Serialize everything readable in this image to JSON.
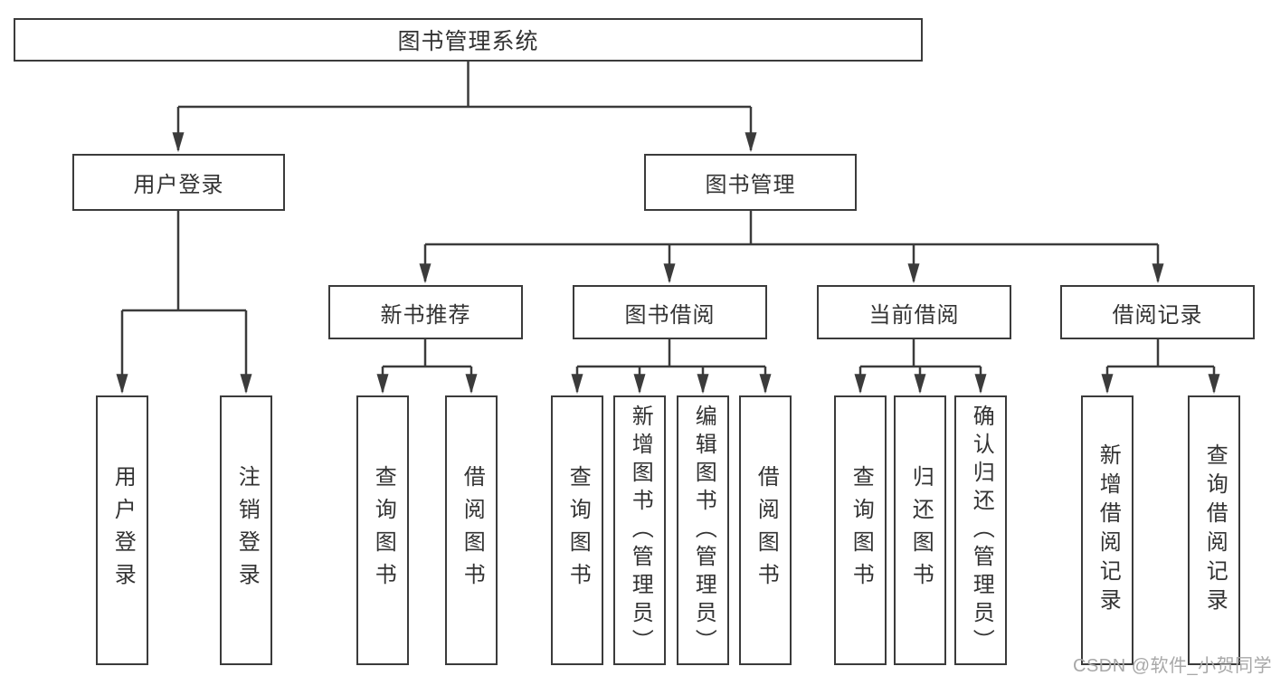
{
  "diagram": {
    "root": {
      "label": "图书管理系统",
      "children": [
        {
          "label": "用户登录",
          "children": [
            {
              "label": "用户登录"
            },
            {
              "label": "注销登录"
            }
          ]
        },
        {
          "label": "图书管理",
          "children": [
            {
              "label": "新书推荐",
              "children": [
                {
                  "label": "查询图书"
                },
                {
                  "label": "借阅图书"
                }
              ]
            },
            {
              "label": "图书借阅",
              "children": [
                {
                  "label": "查询图书"
                },
                {
                  "label": "新增图书（管理员）"
                },
                {
                  "label": "编辑图书（管理员）"
                },
                {
                  "label": "借阅图书"
                }
              ]
            },
            {
              "label": "当前借阅",
              "children": [
                {
                  "label": "查询图书"
                },
                {
                  "label": "归还图书"
                },
                {
                  "label": "确认归还（管理员）"
                }
              ]
            },
            {
              "label": "借阅记录",
              "children": [
                {
                  "label": "新增借阅记录"
                },
                {
                  "label": "查询借阅记录"
                }
              ]
            }
          ]
        }
      ]
    }
  },
  "watermark": {
    "text": "CSDN @软件_小贺同学"
  },
  "colors": {
    "line": "#3b3b3b",
    "text": "#333333",
    "watermark": "#a8a8a8",
    "bg": "#ffffff"
  }
}
